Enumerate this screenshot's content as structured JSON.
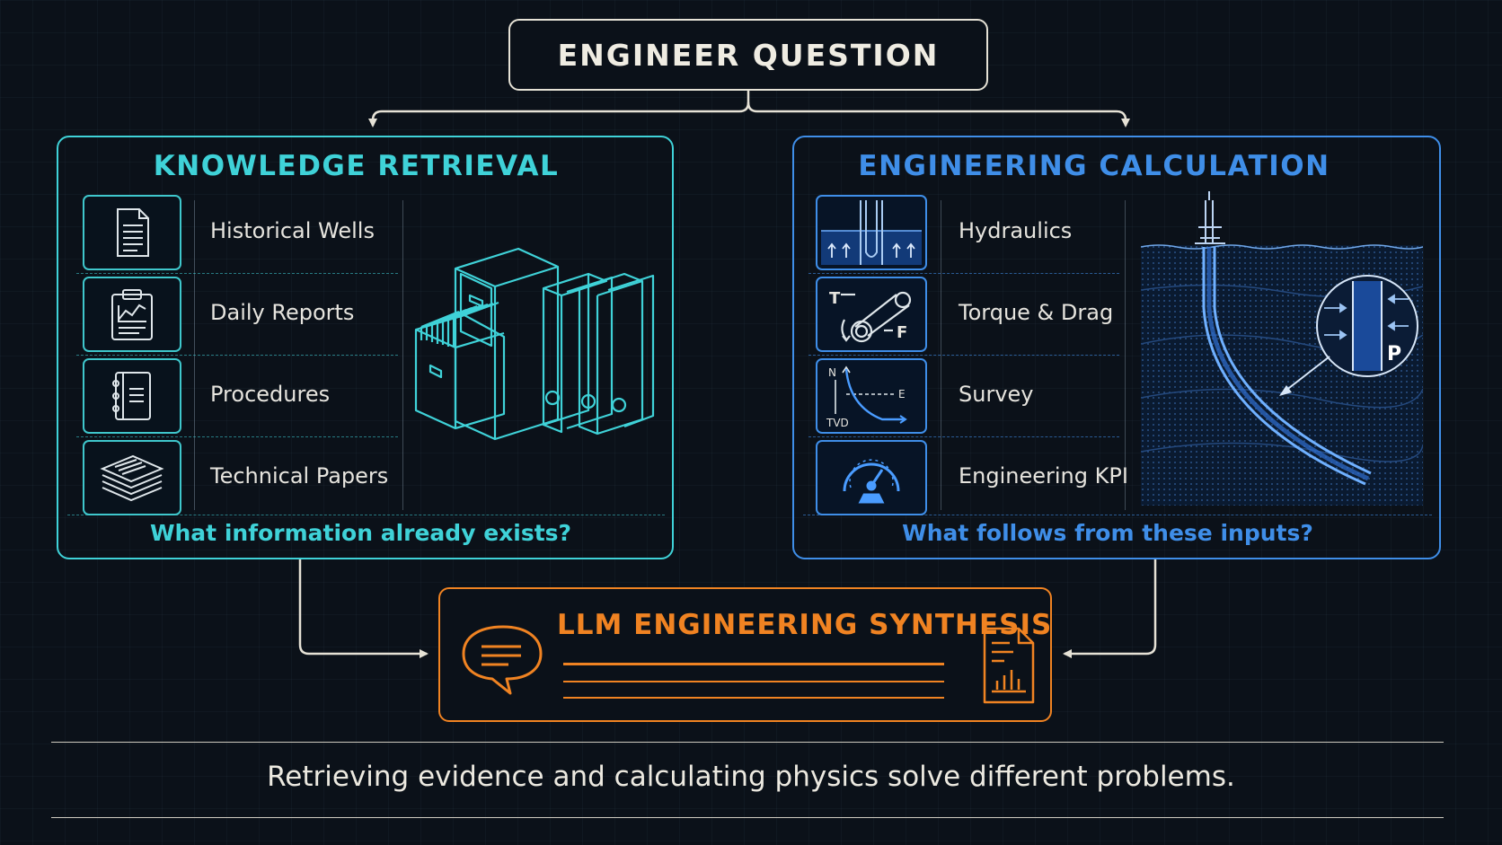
{
  "question": {
    "title": "ENGINEER QUESTION"
  },
  "knowledge_retrieval": {
    "title": "KNOWLEDGE RETRIEVAL",
    "items": [
      {
        "label": "Historical Wells",
        "icon": "document-icon"
      },
      {
        "label": "Daily Reports",
        "icon": "clipboard-chart-icon"
      },
      {
        "label": "Procedures",
        "icon": "notebook-icon"
      },
      {
        "label": "Technical Papers",
        "icon": "paper-stack-icon"
      }
    ],
    "illustration": "filing-cabinet-binders-illustration",
    "caption": "What information already exists?",
    "color": "#3fd2d8"
  },
  "engineering_calculation": {
    "title": "ENGINEERING CALCULATION",
    "items": [
      {
        "label": "Hydraulics",
        "icon": "hydraulics-icon"
      },
      {
        "label": "Torque & Drag",
        "icon": "torque-drag-icon",
        "glyphs": [
          "T",
          "F"
        ]
      },
      {
        "label": "Survey",
        "icon": "survey-icon",
        "glyphs": [
          "N",
          "E",
          "TVD"
        ]
      },
      {
        "label": "Engineering KPI",
        "icon": "gauge-icon"
      }
    ],
    "illustration": "wellbore-pressure-illustration",
    "illustration_glyph": "P",
    "caption": "What follows from these inputs?",
    "color": "#3f8ee8"
  },
  "synthesis": {
    "title": "LLM ENGINEERING SYNTHESIS",
    "icons": [
      "chat-bubble-icon",
      "report-chart-icon"
    ],
    "color": "#f08322"
  },
  "footer": {
    "text": "Retrieving evidence and calculating physics solve different problems."
  }
}
